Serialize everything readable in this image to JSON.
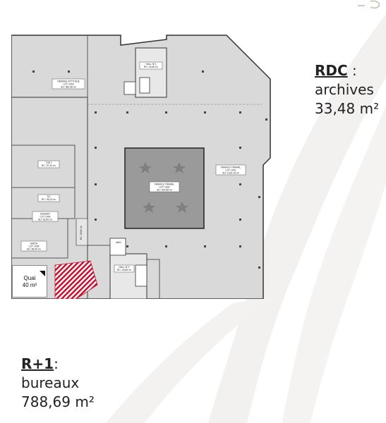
{
  "rdc": {
    "title": "RDC",
    "suffix": " :",
    "line1": "archives",
    "line2": "33,48 m²"
  },
  "r1": {
    "title": "R+1",
    "suffix": ":",
    "line1": "bureaux",
    "line2": "788,69 m²"
  },
  "plan": {
    "quai_label": "Quai",
    "quai_area": "40 m²",
    "rooms": {
      "top_left": [
        "ORANGE ATTITUDE",
        "LOT 1003",
        "SU: 362,36 m²"
      ],
      "hall_top": [
        "HALL N°1",
        "RC: 40,46 m²"
      ],
      "center": [
        "FRANCE TRAVAIL",
        "LOT 1002",
        "SU: 314,55 m²"
      ],
      "right": [
        "FRANCE TRAVAIL",
        "LOT 1001",
        "SU: 1232,15 m²"
      ],
      "left1": [
        "TGET",
        "RC: 97,42 m²"
      ],
      "left2": [
        "TIC",
        "RC: 45,13 m²"
      ],
      "left3": [
        "GAGANT",
        "LOT 1004",
        "SU: 92,90 m²"
      ],
      "left4": [
        "SAIDA",
        "LOT 1005",
        "SU: 65,40 m²"
      ],
      "hall_bottom": [
        "HALL N°2",
        "RC: 40,66 m²"
      ],
      "corridor": [
        "RC: 35,80 m²"
      ],
      "amo": [
        "AMO"
      ]
    }
  },
  "colors": {
    "hatch": "#c8102e",
    "room_fill": "#d9d9d9",
    "core_fill": "#9a9a9a",
    "wall": "#333333"
  }
}
